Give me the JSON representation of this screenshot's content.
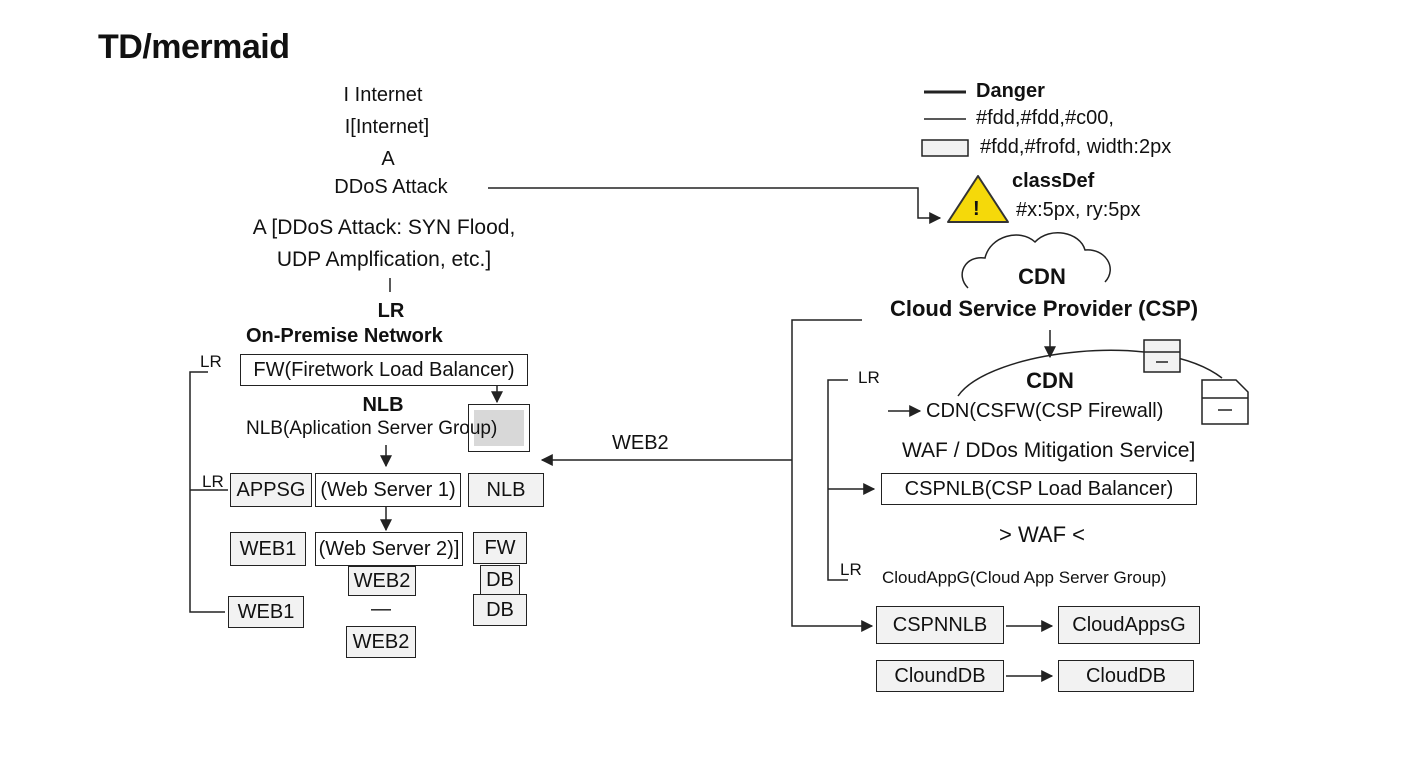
{
  "title": "TD/mermaid",
  "left": {
    "internet_1": "I Internet",
    "internet_2": "I[Internet]",
    "a_1": "A",
    "ddos": "DDoS Attack",
    "ddos_detail_1": "A [DDoS Attack: SYN Flood,",
    "ddos_detail_2": "UDP Amplfication, etc.]",
    "lr_heading": "LR",
    "on_prem": "On-Premise Network",
    "lr_1": "LR",
    "lr_2": "LR",
    "fw_box": "FW(Firetwork Load Balancer)",
    "nlb_heading": "NLB",
    "nlb_desc": "NLB(Aplication Server Group)",
    "appsg": "APPSG",
    "web_server_1": "(Web Server 1)",
    "nlb_box": "NLB",
    "web1_a": "WEB1",
    "web_server_2": "(Web Server 2)]",
    "fw_small": "FW",
    "web2_a": "WEB2",
    "db_a": "DB",
    "web1_b": "WEB1",
    "dash": "—",
    "db_b": "DB",
    "web2_b": "WEB2",
    "web2_arrow": "WEB2"
  },
  "legend": {
    "danger": "Danger",
    "fill_1": "#fdd,#fdd,#c00,",
    "fill_2": "#fdd,#frofd, width:2px",
    "classdef": "classDef",
    "radius": "#x:5px, ry:5px"
  },
  "right": {
    "cdn_cloud": "CDN",
    "csp": "Cloud Service Provider (CSP)",
    "cdn_2": "CDN",
    "lr_1": "LR",
    "cdn_firewall": "CDN(CSFW(CSP Firewall)",
    "waf_service": "WAF / DDos Mitigation Service]",
    "csp_nlb": "CSPNLB(CSP Load Balancer)",
    "waf": "> WAF <",
    "lr_2": "LR",
    "cloud_app_group": "CloudAppG(Cloud App Server Group)",
    "cspnnlb": "CSPNNLB",
    "cloudappsg": "CloudAppsG",
    "clounddb": "CloundDB",
    "clouddb": "CloudDB"
  },
  "colors": {
    "warning_fill": "#f5d90a",
    "box_fill": "#f2f2f2",
    "line": "#222222"
  }
}
